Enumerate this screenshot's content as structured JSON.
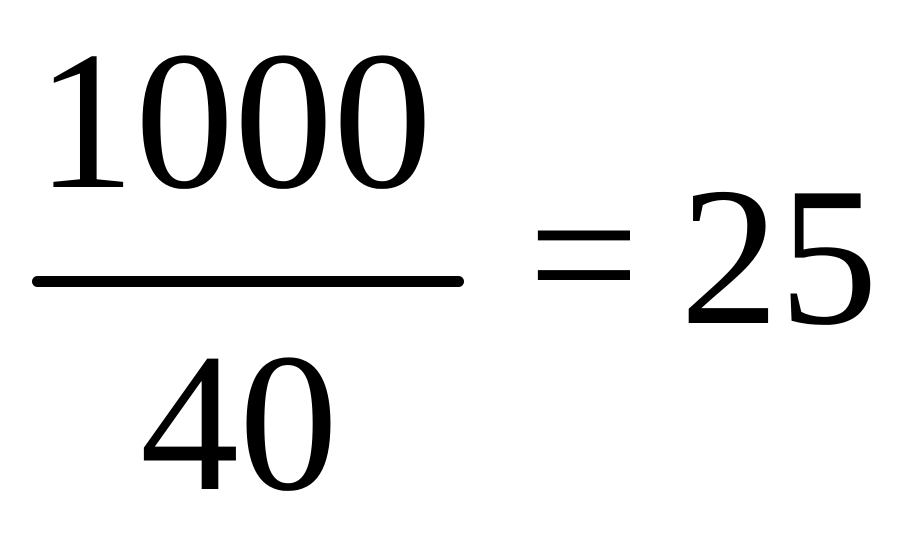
{
  "equation": {
    "numerator": "1000",
    "denominator": "40",
    "operator": "=",
    "result": "25"
  }
}
